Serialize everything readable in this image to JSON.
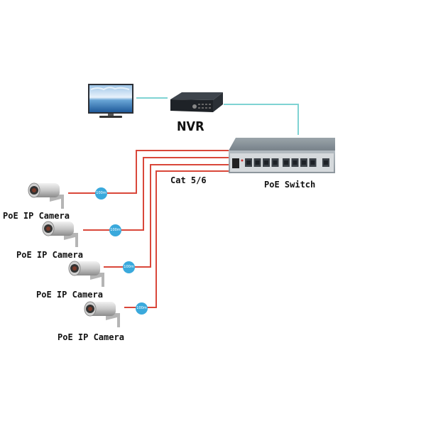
{
  "diagram": {
    "nodes": {
      "monitor": {
        "label": "",
        "icon": "monitor-icon"
      },
      "nvr": {
        "label": "NVR",
        "icon": "nvr-icon"
      },
      "switch": {
        "label": "PoE Switch",
        "icon": "poe-switch-icon",
        "ports": 9
      },
      "cameras": [
        {
          "label": "PoE IP Camera",
          "distance": "100m",
          "icon": "camera-icon"
        },
        {
          "label": "PoE IP Camera",
          "distance": "100m",
          "icon": "camera-icon"
        },
        {
          "label": "PoE IP Camera",
          "distance": "100m",
          "icon": "camera-icon"
        },
        {
          "label": "PoE IP Camera",
          "distance": "100m",
          "icon": "camera-icon"
        }
      ]
    },
    "cable_label": "Cat 5/6",
    "colors": {
      "video_link": "#7fd3d3",
      "poe_cable": "#d9473a",
      "badge": "#3aa9dc"
    }
  }
}
